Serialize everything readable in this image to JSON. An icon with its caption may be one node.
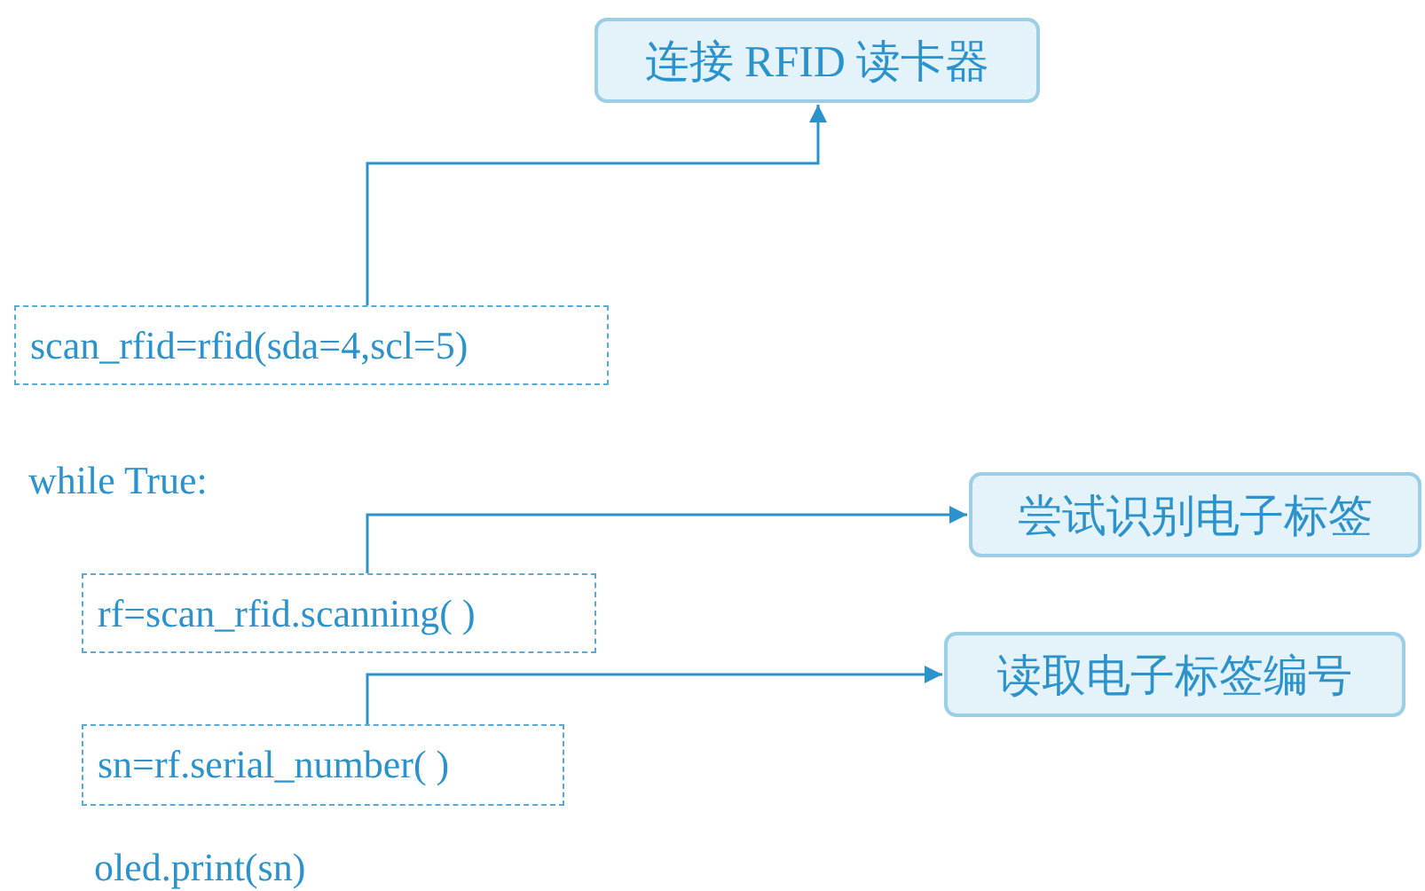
{
  "diagram": {
    "nodes": [
      {
        "text": [
          "连接 RFID 读卡器"
        ]
      },
      {
        "text": [
          "scan_rfid=rfid(sda=4,scl=5)"
        ]
      },
      {
        "text": [
          "尝试识别电子标签"
        ]
      },
      {
        "text": [
          "rf=scan_rfid.scanning( )"
        ]
      },
      {
        "text": [
          "读取电子标签编号"
        ]
      },
      {
        "text": [
          "sn=rf.serial_number( )"
        ]
      }
    ],
    "edges": [
      {
        "from": 1,
        "to": 0,
        "arrow": "to"
      },
      {
        "from": 3,
        "to": 2,
        "arrow": "to"
      },
      {
        "from": 5,
        "to": 4,
        "arrow": "to"
      }
    ],
    "labels": [
      "while True:",
      "oled.print(sn)"
    ]
  }
}
